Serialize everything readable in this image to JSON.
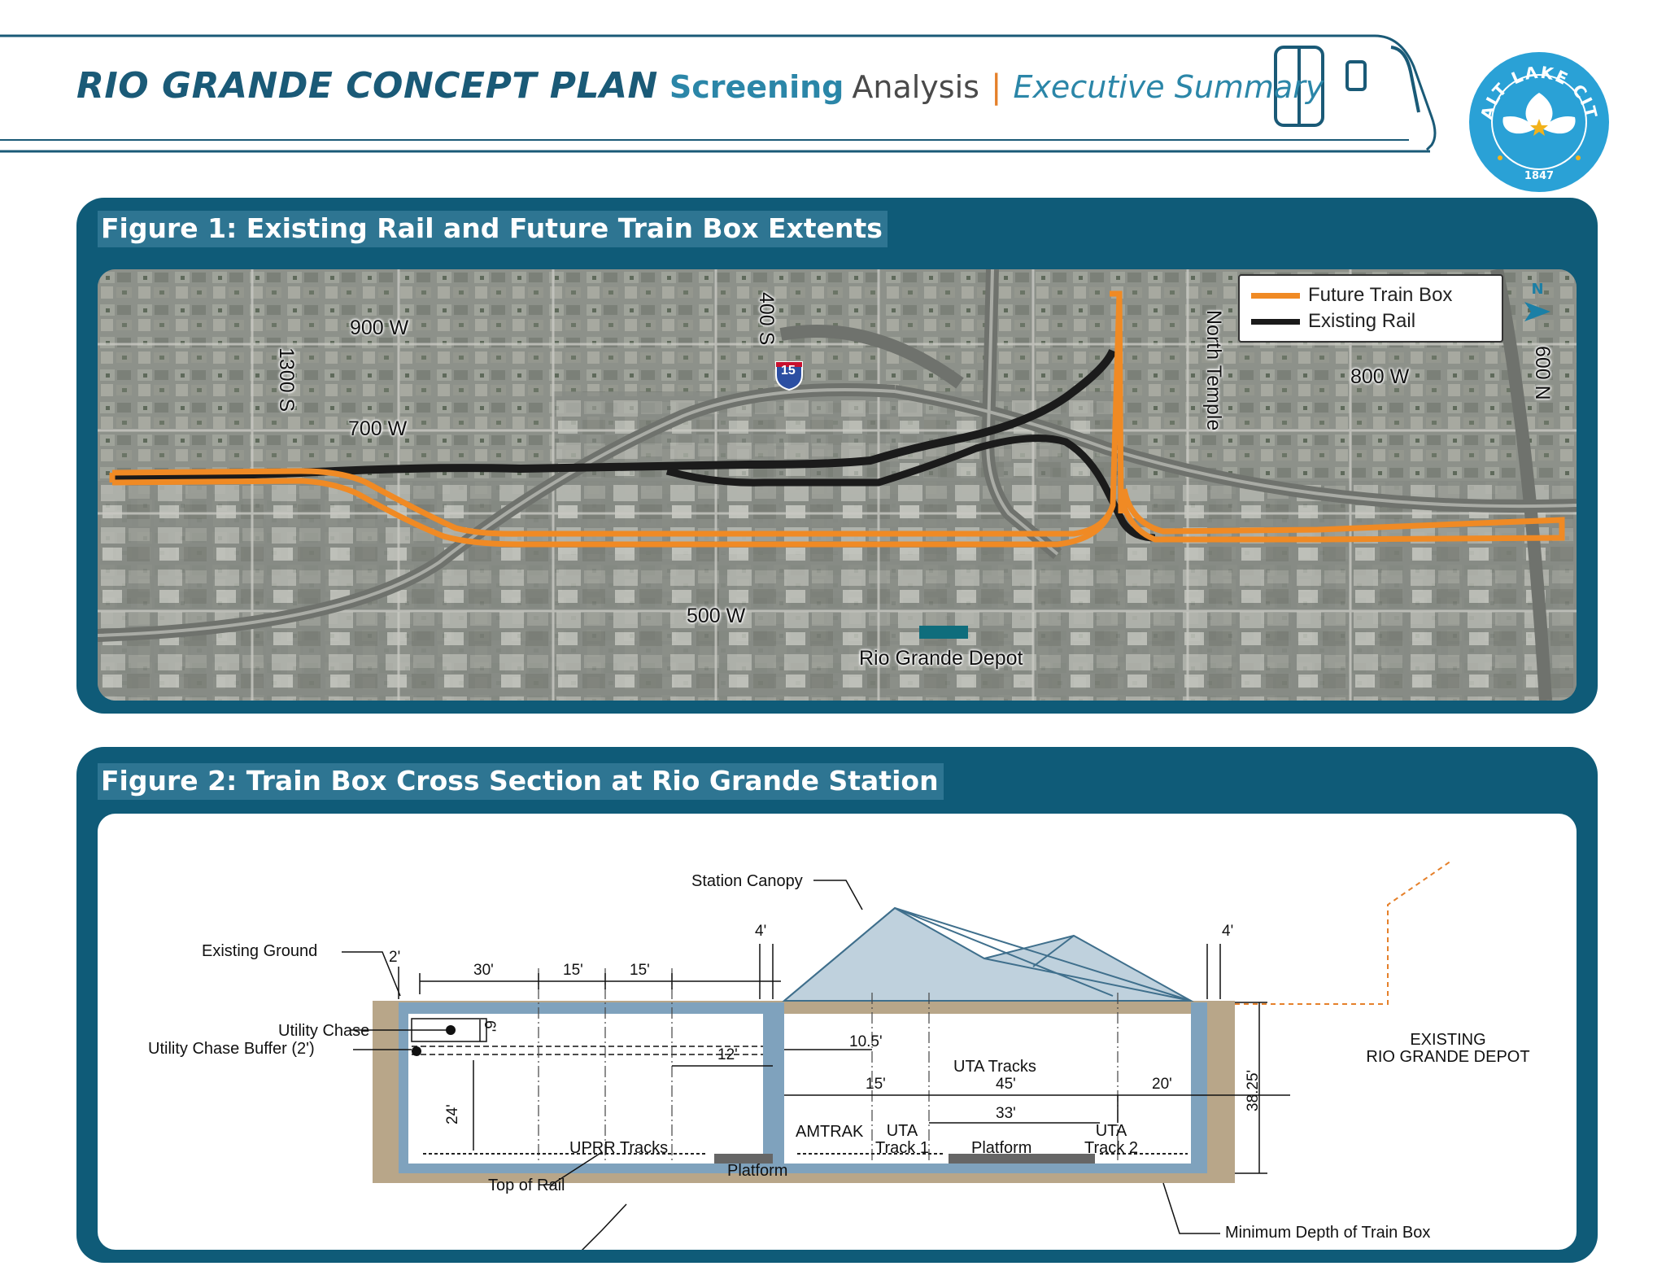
{
  "header": {
    "title_main": "RIO GRANDE CONCEPT PLAN",
    "title_screening": "Screening",
    "title_analysis": "Analysis",
    "separator": "|",
    "title_exec": "Executive Summary",
    "icon": "train-icon"
  },
  "logo": {
    "text_top": "SALT LAKE CITY",
    "year": "1847",
    "icon": "sego-lily-icon",
    "colors": {
      "background": "#2aa1d6",
      "flower": "#ffffff",
      "center": "#f2b21b"
    }
  },
  "figure1": {
    "title": "Figure 1: Existing Rail and Future Train Box Extents",
    "legend": [
      {
        "label": "Future Train Box",
        "color": "#f08a24"
      },
      {
        "label": "Existing Rail",
        "color": "#1a1a1a"
      }
    ],
    "north_label": "N",
    "labels": {
      "s1300": "1300 S",
      "w900": "900 W",
      "w700": "700 W",
      "s400": "400 S",
      "i15": "15",
      "north_temple": "North Temple",
      "w800": "800 W",
      "n600": "600 N",
      "w500": "500 W",
      "depot": "Rio Grande Depot"
    }
  },
  "figure2": {
    "title": "Figure 2: Train Box Cross Section at Rio Grande Station",
    "labels": {
      "station_canopy": "Station Canopy",
      "existing_ground": "Existing Ground",
      "utility_chase": "Utility Chase",
      "utility_chase_buffer": "Utility Chase Buffer (2')",
      "uprr_tracks": "UPRR Tracks",
      "top_of_rail": "Top of Rail",
      "platform_left": "Platform",
      "amtrak": "AMTRAK",
      "uta_track1": "UTA\nTrack 1",
      "platform_center": "Platform",
      "uta_track2": "UTA\nTrack 2",
      "uta_tracks": "UTA Tracks",
      "minimum_depth": "Minimum Depth of Train Box",
      "existing_depot": "EXISTING\nRIO GRANDE DEPOT"
    },
    "dims": {
      "d2": "2'",
      "d30": "30'",
      "d15a": "15'",
      "d15b": "15'",
      "d4l": "4'",
      "d4r": "4'",
      "d6": "6'",
      "d24": "24'",
      "d12": "12'",
      "d10_5": "10.5'",
      "d15c": "15'",
      "d45": "45'",
      "d20": "20'",
      "d33": "33'",
      "d38_25": "38.25'"
    }
  }
}
